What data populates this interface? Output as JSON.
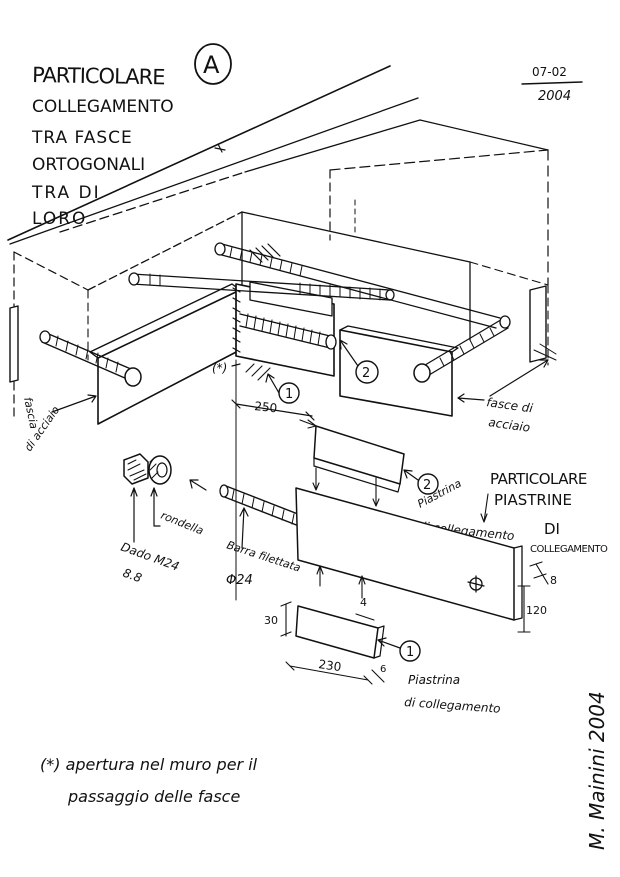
{
  "title": {
    "prefix": "PARTICOLARE",
    "detail_letter": "A",
    "lines": [
      "COLLEGAMENTO",
      "TRA FASCE",
      "ORTOGONALI",
      "TRA DI",
      "LORO"
    ]
  },
  "date": {
    "day_month": "07-02",
    "year": "2004"
  },
  "labels": {
    "fascia_acciaio_left_1": "fascia",
    "fascia_acciaio_left_2": "di acciaio",
    "fasce_acciaio_right_1": "fasce di",
    "fasce_acciaio_right_2": "acciaio",
    "rondella": "rondella",
    "dado_1": "Dado M24",
    "dado_2": "8.8",
    "barra_1": "Barra filettata",
    "barra_2": "Φ24",
    "piastrina_2_1": "Piastrina",
    "piastrina_2_2": "di collegamento",
    "piastrina_1_1": "Piastrina",
    "piastrina_1_2": "di collegamento",
    "particolare_piastrine_1": "PARTICOLARE",
    "particolare_piastrine_2": "PIASTRINE",
    "particolare_piastrine_3": "DI",
    "particolare_piastrine_4": "COLLEGAMENTO",
    "asterisk": "(*)"
  },
  "callouts": {
    "one": "1",
    "two": "2"
  },
  "dimensions": {
    "d250": "250",
    "d8": "8",
    "d120": "120",
    "d30": "30",
    "d4": "4",
    "d230": "230",
    "d6": "6"
  },
  "footnote": {
    "line1": "(*) apertura nel muro per il",
    "line2": "passaggio delle fasce"
  },
  "signature": "M. Mainini 2004"
}
